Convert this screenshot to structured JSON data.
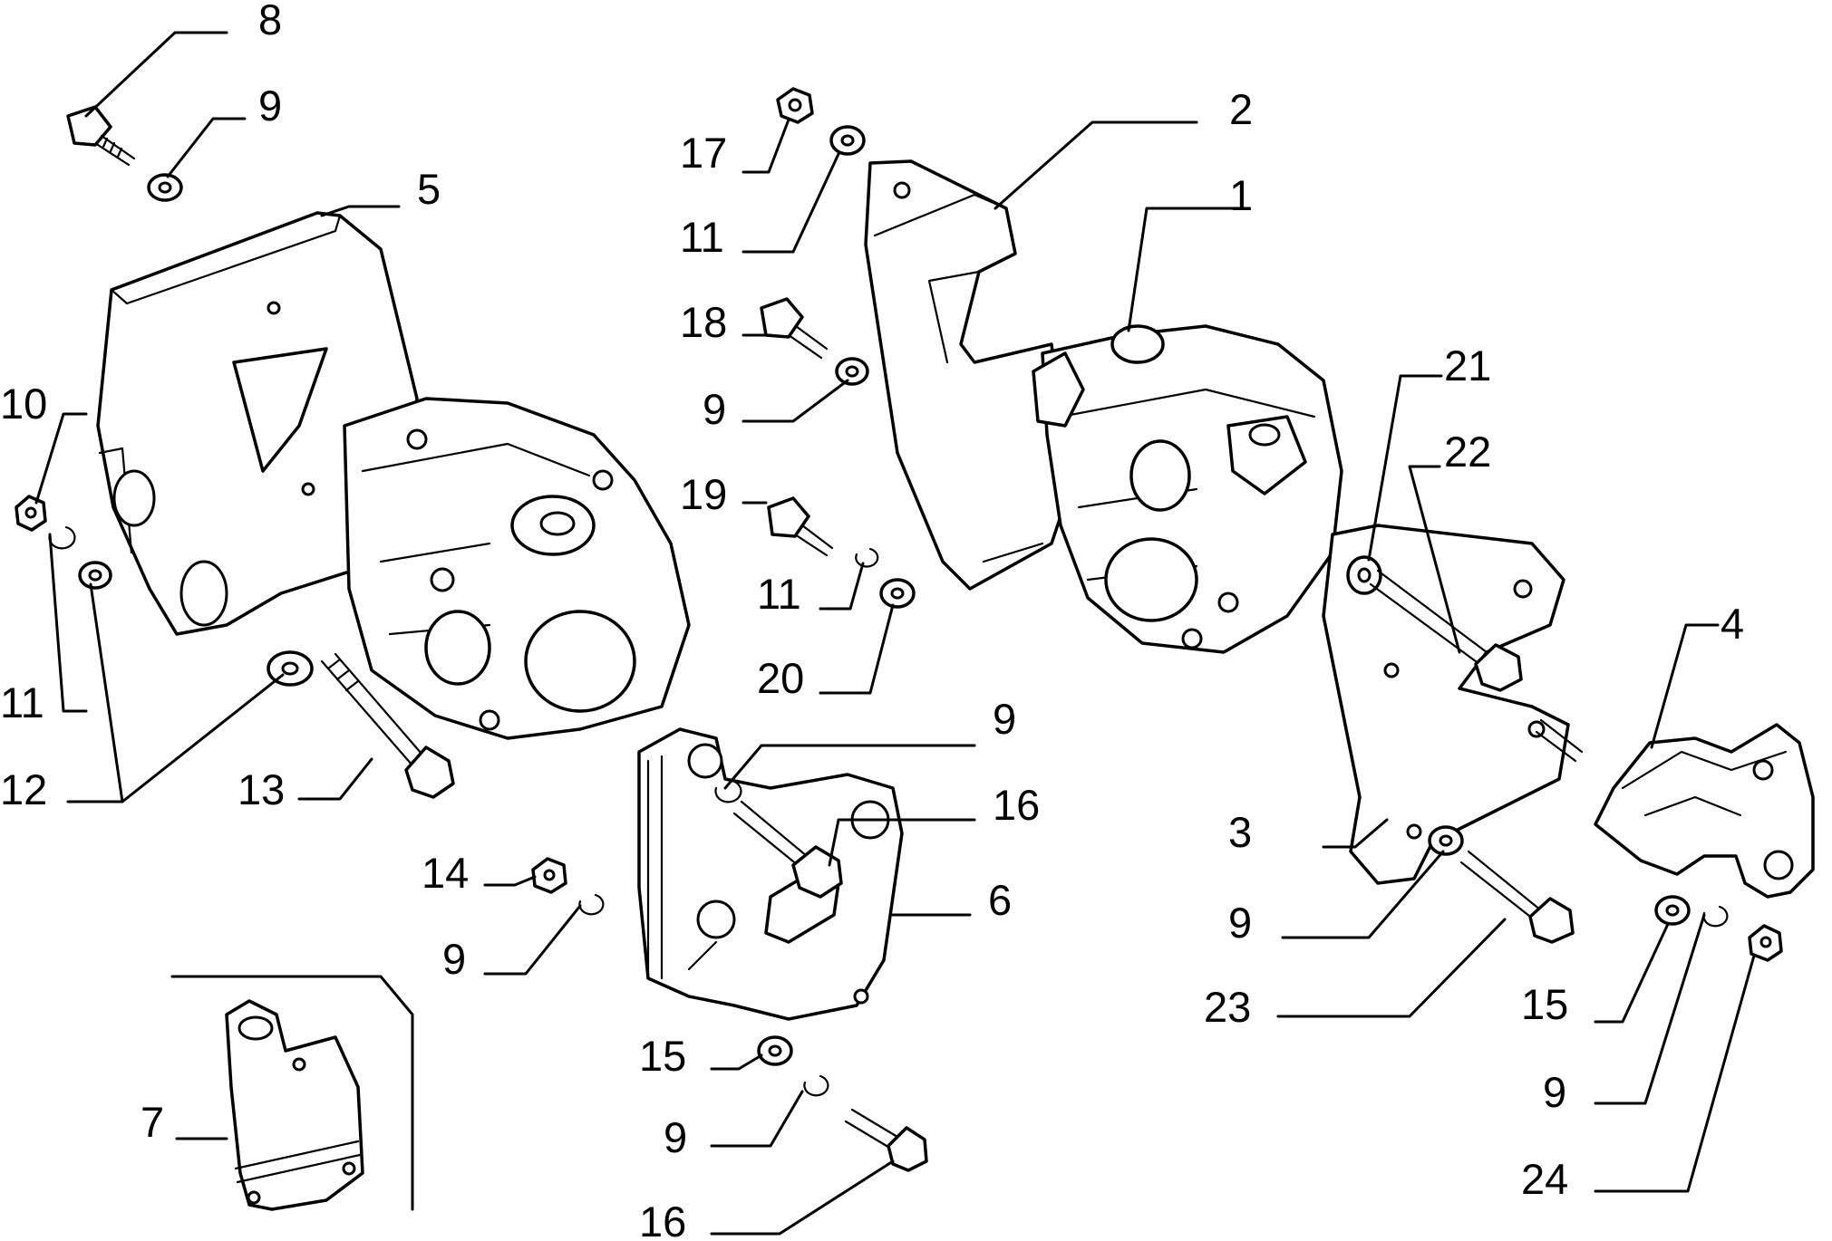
{
  "diagram": {
    "callouts": [
      {
        "id": "c8",
        "text": "8"
      },
      {
        "id": "c9a",
        "text": "9"
      },
      {
        "id": "c5",
        "text": "5"
      },
      {
        "id": "c10",
        "text": "10"
      },
      {
        "id": "c11a",
        "text": "11"
      },
      {
        "id": "c12",
        "text": "12"
      },
      {
        "id": "c13",
        "text": "13"
      },
      {
        "id": "c17",
        "text": "17"
      },
      {
        "id": "c11b",
        "text": "11"
      },
      {
        "id": "c18",
        "text": "18"
      },
      {
        "id": "c9b",
        "text": "9"
      },
      {
        "id": "c19",
        "text": "19"
      },
      {
        "id": "c11c",
        "text": "11"
      },
      {
        "id": "c20",
        "text": "20"
      },
      {
        "id": "c2",
        "text": "2"
      },
      {
        "id": "c1",
        "text": "1"
      },
      {
        "id": "c21",
        "text": "21"
      },
      {
        "id": "c22",
        "text": "22"
      },
      {
        "id": "c4",
        "text": "4"
      },
      {
        "id": "c9c",
        "text": "9"
      },
      {
        "id": "c16a",
        "text": "16"
      },
      {
        "id": "c14",
        "text": "14"
      },
      {
        "id": "c9d",
        "text": "9"
      },
      {
        "id": "c6",
        "text": "6"
      },
      {
        "id": "c3",
        "text": "3"
      },
      {
        "id": "c9e",
        "text": "9"
      },
      {
        "id": "c23",
        "text": "23"
      },
      {
        "id": "c15a",
        "text": "15"
      },
      {
        "id": "c9f",
        "text": "9"
      },
      {
        "id": "c16b",
        "text": "16"
      },
      {
        "id": "c7",
        "text": "7"
      },
      {
        "id": "c15b",
        "text": "15"
      },
      {
        "id": "c9g",
        "text": "9"
      },
      {
        "id": "c24",
        "text": "24"
      }
    ]
  }
}
